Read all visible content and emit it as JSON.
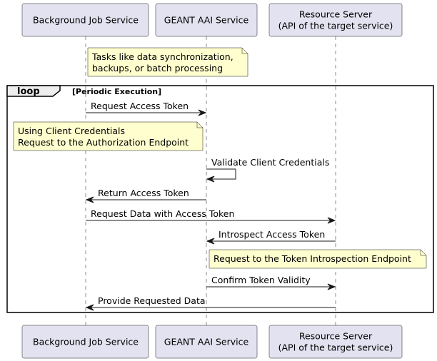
{
  "participants": [
    {
      "id": "bg",
      "label_lines": [
        "Background Job Service"
      ]
    },
    {
      "id": "aai",
      "label_lines": [
        "GEANT AAI Service"
      ]
    },
    {
      "id": "rs",
      "label_lines": [
        "Resource Server",
        "(API of the target service)"
      ]
    }
  ],
  "loop": {
    "keyword": "loop",
    "condition": "[Periodic Execution]"
  },
  "notes": [
    {
      "id": "note-tasks",
      "lines": [
        "Tasks like data synchronization,",
        "backups, or batch processing"
      ]
    },
    {
      "id": "note-client-credentials",
      "lines": [
        "Using Client Credentials",
        "Request to the Authorization Endpoint"
      ]
    },
    {
      "id": "note-introspection",
      "lines": [
        "Request to the Token Introspection Endpoint"
      ]
    }
  ],
  "messages": [
    {
      "from": "bg",
      "to": "aai",
      "label": "Request Access Token"
    },
    {
      "from": "aai",
      "to": "aai",
      "label": "Validate Client Credentials"
    },
    {
      "from": "aai",
      "to": "bg",
      "label": "Return Access Token"
    },
    {
      "from": "bg",
      "to": "rs",
      "label": "Request Data with Access Token"
    },
    {
      "from": "rs",
      "to": "aai",
      "label": "Introspect Access Token"
    },
    {
      "from": "aai",
      "to": "rs",
      "label": "Confirm Token Validity"
    },
    {
      "from": "rs",
      "to": "bg",
      "label": "Provide Requested Data"
    }
  ]
}
